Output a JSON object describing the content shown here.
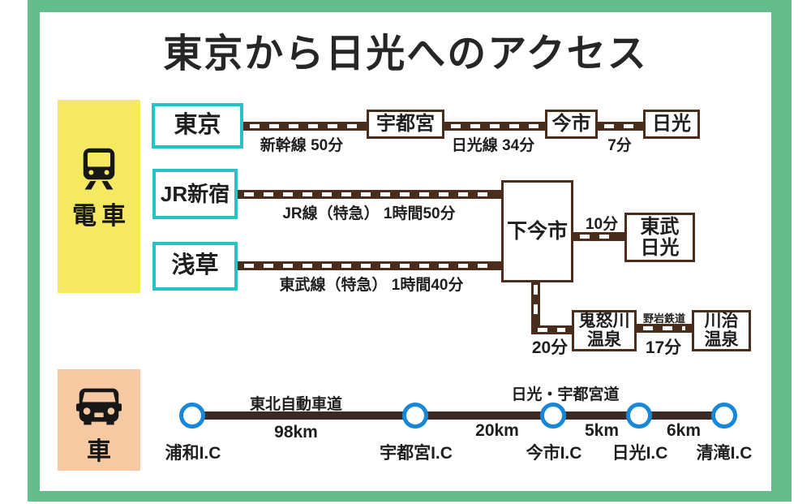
{
  "title": "東京から日光へのアクセス",
  "colors": {
    "frame_green": "#66BD8C",
    "train_panel_yellow": "#F5E962",
    "car_panel_peach": "#F7C9A2",
    "teal_station_border": "#25C3C5",
    "rail_brown": "#4B2D1E",
    "road_brown": "#3A2A21",
    "interchange_blue": "#1987D8",
    "text_black": "#1E1E1E"
  },
  "train": {
    "section_label": "電車",
    "stations": {
      "tokyo": "東京",
      "jr_shinjuku": "JR新宿",
      "asakusa": "浅草",
      "utsunomiya": "宇都宮",
      "imaichi": "今市",
      "nikko": "日光",
      "shimo_imaichi": "下今市",
      "tobu_nikko_line1": "東武",
      "tobu_nikko_line2": "日光",
      "kinugawa_line1": "鬼怒川",
      "kinugawa_line2": "温泉",
      "kawaji_line1": "川治",
      "kawaji_line2": "温泉"
    },
    "segments": {
      "shinkansen": "新幹線 50分",
      "nikko_line": "日光線 34分",
      "imaichi_to_nikko": "7分",
      "jr_limited_express": "JR線（特急） 1時間50分",
      "tobu_limited_express": "東武線（特急） 1時間40分",
      "shimo_imaichi_to_tobu_nikko": "10分",
      "shimo_imaichi_to_kinugawa": "20分",
      "yagan_railway": "野岩鉄道",
      "kinugawa_to_kawaji": "17分"
    }
  },
  "car": {
    "section_label": "車",
    "roads": {
      "tohoku_expressway": "東北自動車道",
      "nikko_utsunomiya_road": "日光・宇都宮道"
    },
    "distances": {
      "urawa_utsunomiya": "98km",
      "utsunomiya_imaichi": "20km",
      "imaichi_nikko": "5km",
      "nikko_kiyotaki": "6km"
    },
    "interchanges": [
      "浦和I.C",
      "宇都宮I.C",
      "今市I.C",
      "日光I.C",
      "清滝I.C"
    ]
  }
}
